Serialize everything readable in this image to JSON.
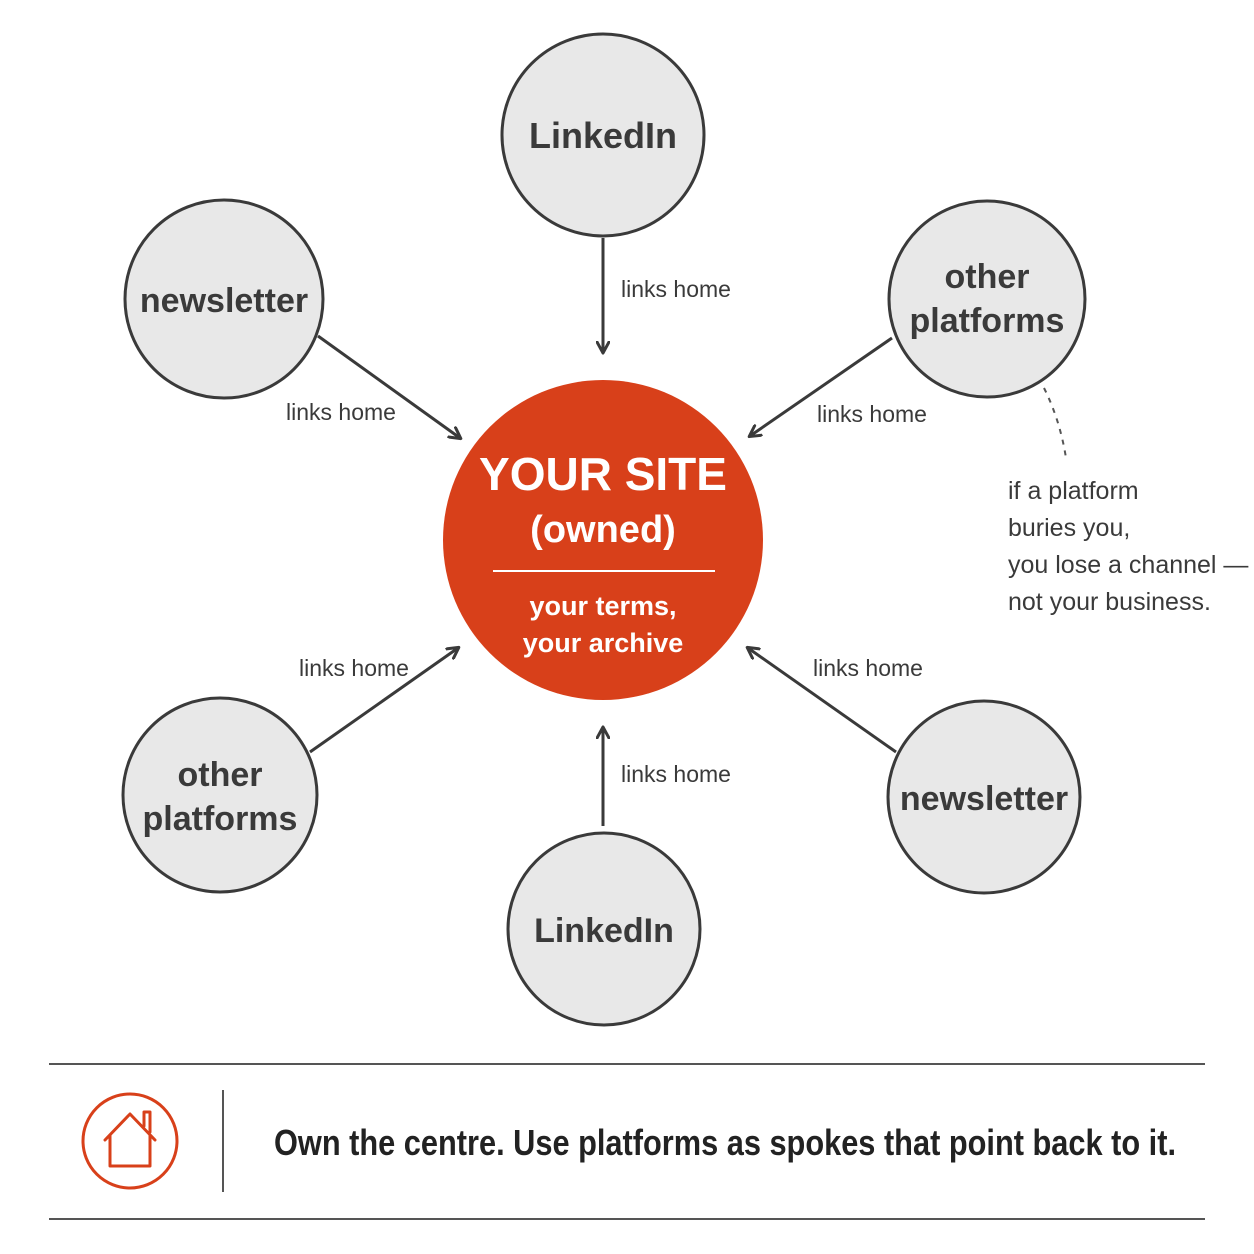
{
  "center": {
    "title": "YOUR SITE",
    "subtitle": "(owned)",
    "tagline_1": "your terms,",
    "tagline_2": "your archive",
    "color": "#d8401a"
  },
  "spokes": [
    {
      "id": "linkedin-top",
      "lines": [
        "LinkedIn"
      ],
      "edge_label": "links home"
    },
    {
      "id": "other-platforms-top-right",
      "lines": [
        "other",
        "platforms"
      ],
      "edge_label": "links home"
    },
    {
      "id": "newsletter-bottom-right",
      "lines": [
        "newsletter"
      ],
      "edge_label": "links home"
    },
    {
      "id": "linkedin-bottom",
      "lines": [
        "LinkedIn"
      ],
      "edge_label": "links home"
    },
    {
      "id": "other-platforms-bottom-left",
      "lines": [
        "other",
        "platforms"
      ],
      "edge_label": "links home"
    },
    {
      "id": "newsletter-top-left",
      "lines": [
        "newsletter"
      ],
      "edge_label": "links home"
    }
  ],
  "note": {
    "lines": [
      "if a platform",
      "buries you,",
      "you lose a channel —",
      "not your business."
    ]
  },
  "footer": {
    "icon": "house-icon",
    "text": "Own the centre. Use platforms as spokes that point back to it.",
    "accent": "#d8401a"
  },
  "colors": {
    "node_fill": "#e8e8e8",
    "node_stroke": "#3a3a3a",
    "text": "#3a3a3a",
    "rule": "#555555"
  }
}
